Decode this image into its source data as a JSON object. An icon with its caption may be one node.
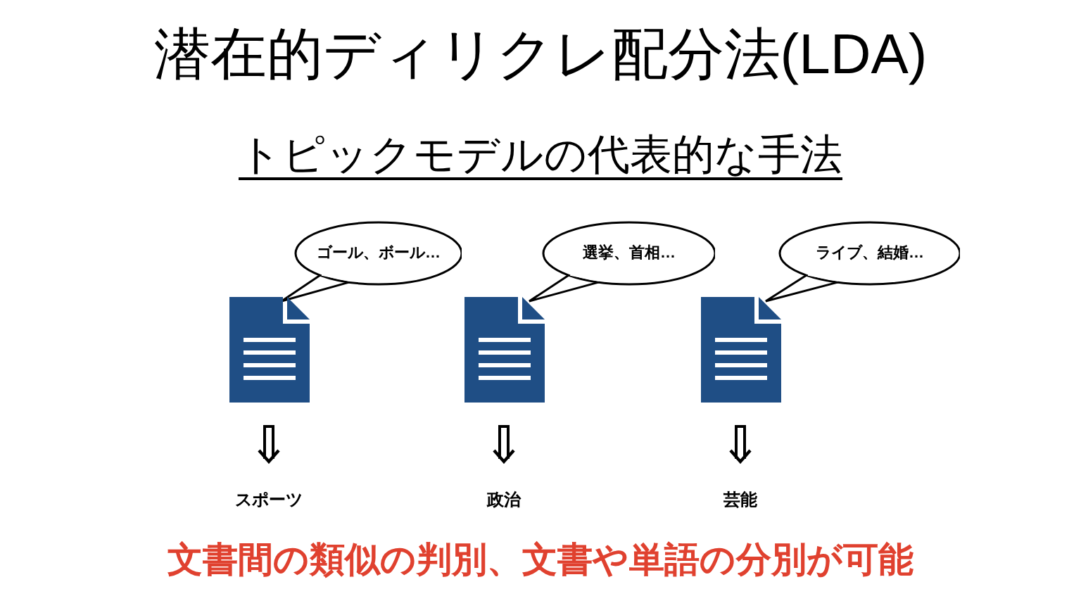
{
  "diagram": {
    "title": "潜在的ディリクレ配分法(LDA)",
    "nodes": [
      {
        "text": [
          "ゴール、ボール…"
        ]
      },
      {
        "text": [
          "選挙、首相…"
        ]
      },
      {
        "text": [
          "ライブ、結婚…"
        ]
      },
      {
        "text": [],
        "shape": "document"
      },
      {
        "text": [],
        "shape": "document"
      },
      {
        "text": [],
        "shape": "document"
      },
      {
        "text": [
          "スポーツ"
        ]
      },
      {
        "text": [
          "政治"
        ]
      },
      {
        "text": [
          "芸能"
        ]
      }
    ],
    "edges": [
      {
        "from": 3,
        "to": 6,
        "arrow": "to"
      },
      {
        "from": 4,
        "to": 7,
        "arrow": "to"
      },
      {
        "from": 5,
        "to": 8,
        "arrow": "to"
      }
    ],
    "labels": [
      "トピックモデルの代表的な手法",
      "文書間の類似の判別、文書や単語の分別が可能"
    ]
  }
}
